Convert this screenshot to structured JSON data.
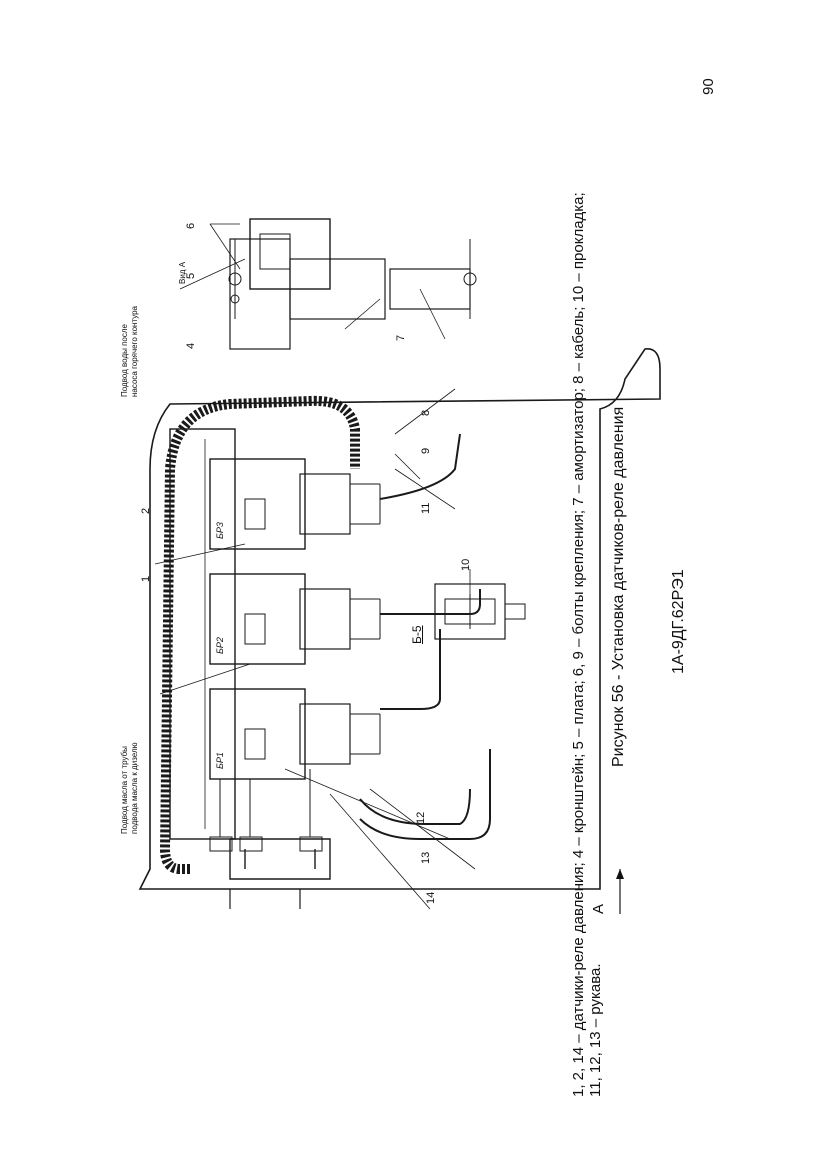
{
  "page_number": "90",
  "document_code": "1A-9ДГ.62РЭ1",
  "figure_caption": "Рисунок 56 - Установка датчиков-реле давления",
  "legend": {
    "line1": "1, 2, 14 – датчики-реле давления; 4 – кронштейн; 5 – плата; 6, 9 – болты крепления; 7 – амортизатор; 8 – кабель; 10 – прокладка;",
    "line2": "11, 12, 13 – рукава."
  },
  "drawing": {
    "view_a_arrow": "А",
    "view_a_title": "Вид А",
    "section_title": "Б-5",
    "note_oil": {
      "line1": "Подвод масла от трубы",
      "line2": "подвода масла к дизелю"
    },
    "note_water": {
      "line1": "Подвод воды после",
      "line2": "насоса горячего контура"
    },
    "relay_marks": [
      "БР1",
      "БР2",
      "БР3"
    ],
    "callouts": [
      "1",
      "2",
      "4",
      "5",
      "6",
      "7",
      "8",
      "9",
      "10",
      "11",
      "12",
      "13",
      "14"
    ]
  }
}
